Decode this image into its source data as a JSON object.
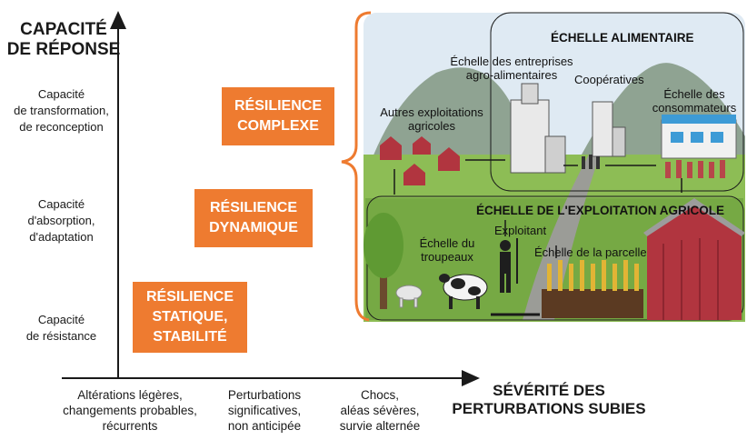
{
  "y_axis": {
    "title_line1": "CAPACITÉ",
    "title_line2": "DE RÉPONSE",
    "levels": [
      {
        "line1": "Capacité",
        "line2": "de transformation,",
        "line3": "de reconception"
      },
      {
        "line1": "Capacité",
        "line2": "d'absorption,",
        "line3": "d'adaptation"
      },
      {
        "line1": "Capacité",
        "line2": "de résistance"
      }
    ]
  },
  "x_axis": {
    "title_line1": "SÉVÉRITÉ DES",
    "title_line2": "PERTURBATIONS SUBIES",
    "levels": [
      {
        "line1": "Altérations légères,",
        "line2": "changements probables,",
        "line3": "récurrents"
      },
      {
        "line1": "Perturbations",
        "line2": "significatives,",
        "line3": "non anticipée"
      },
      {
        "line1": "Chocs,",
        "line2": "aléas sévères,",
        "line3": "survie alternée"
      }
    ]
  },
  "boxes": [
    {
      "line1": "RÉSILIENCE",
      "line2": "COMPLEXE"
    },
    {
      "line1": "RÉSILIENCE",
      "line2": "DYNAMIQUE"
    },
    {
      "line1": "RÉSILIENCE",
      "line2": "STATIQUE,",
      "line3": "STABILITÉ"
    }
  ],
  "scene": {
    "food_scale": "ÉCHELLE ALIMENTAIRE",
    "farm_scale": "ÉCHELLE DE L'EXPLOITATION AGRICOLE",
    "agrifood_line1": "Échelle des entreprises",
    "agrifood_line2": "agro-alimentaires",
    "cooperatives": "Coopératives",
    "consumers_line1": "Échelle des",
    "consumers_line2": "consommateurs",
    "other_farms_line1": "Autres exploitations",
    "other_farms_line2": "agricoles",
    "farmer": "Exploitant",
    "herd_line1": "Échelle du",
    "herd_line2": "troupeaux",
    "plot": "Échelle de la parcelle"
  },
  "colors": {
    "accent_orange": "#ee7b30",
    "barn_red": "#b1353f",
    "sky": "#dfeaf3",
    "mountain": "#8fa392",
    "grass": "#7fb24a",
    "axis": "#1a1a1a"
  }
}
